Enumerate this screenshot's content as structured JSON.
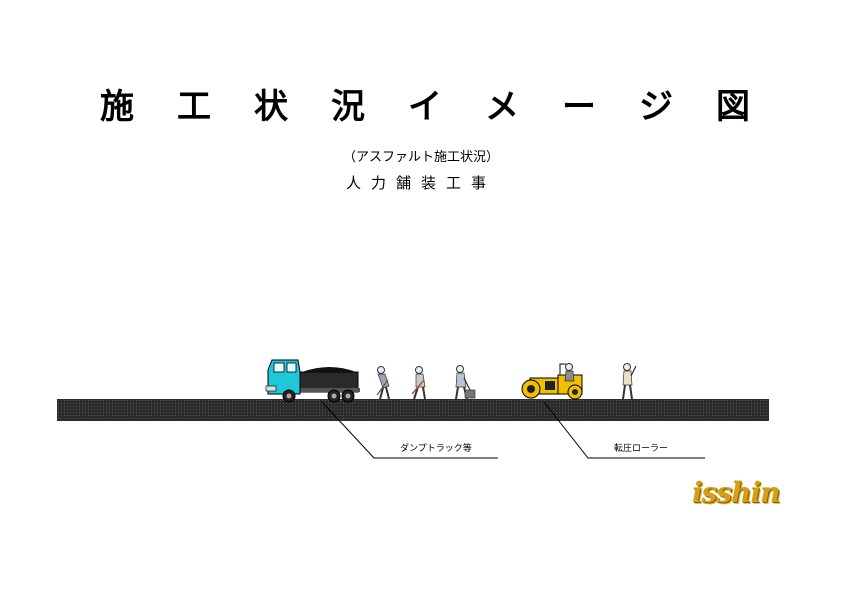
{
  "title_chars": [
    "施",
    "工",
    "状",
    "況",
    "イ",
    "メ",
    "ー",
    "ジ",
    "図"
  ],
  "subtitle": "（アスファルト施工状況）",
  "subtitle2": "人力舗装工事",
  "labels": {
    "dump_truck": "ダンプトラック等",
    "roller": "転圧ローラー"
  },
  "logo": "isshin",
  "colors": {
    "truck_cab": "#1ec8d8",
    "roller_body": "#f0c000",
    "road": "#2b2b2b",
    "logo": "#d4a018"
  }
}
